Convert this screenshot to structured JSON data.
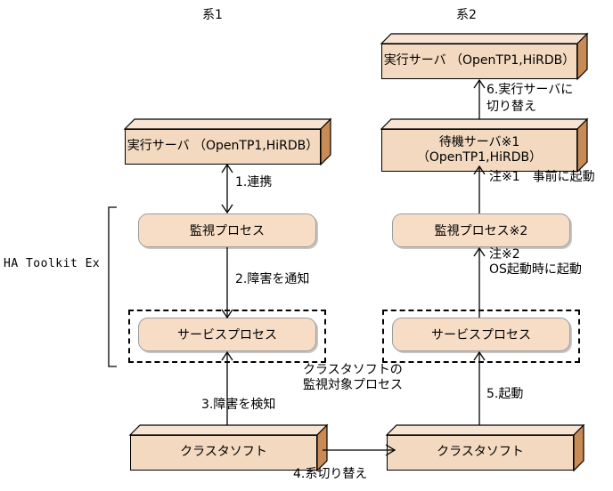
{
  "diagram": {
    "title_left": "系1",
    "title_right": "系2",
    "group_label": "HA Toolkit Ex",
    "boxes": {
      "left_active_server": "実行サーバ （OpenTP1,HiRDB）",
      "left_monitor_process": "監視プロセス",
      "left_service_process": "サービスプロセス",
      "left_cluster_software": "クラスタソフト",
      "right_active_server": "実行サーバ （OpenTP1,HiRDB）",
      "right_standby_server_line1": "待機サーバ※1",
      "right_standby_server_line2": "（OpenTP1,HiRDB）",
      "right_monitor_process": "監視プロセス※2",
      "right_service_process": "サービスプロセス",
      "right_cluster_software": "クラスタソフト"
    },
    "arrow_labels": {
      "step1": "1.連携",
      "step2": "2.障害を通知",
      "step3": "3.障害を検知",
      "step4": "4.系切り替え",
      "step5": "5.起動",
      "step6_line1": "6.実行サーバに",
      "step6_line2": "切り替え"
    },
    "notes": {
      "note1": "注※1　事前に起動",
      "note2_line1": "注※2",
      "note2_line2": "OS起動時に起動",
      "monitored_line1": "クラスタソフトの",
      "monitored_line2": "監視対象プロセス"
    },
    "colors": {
      "box_face": "#f2d9c0",
      "box_top": "#f7e4d2",
      "box_side": "#c98b56",
      "round_face": "#f7ddc6",
      "round_border": "#9c9c9c",
      "stroke": "#000000",
      "background": "#ffffff"
    }
  }
}
